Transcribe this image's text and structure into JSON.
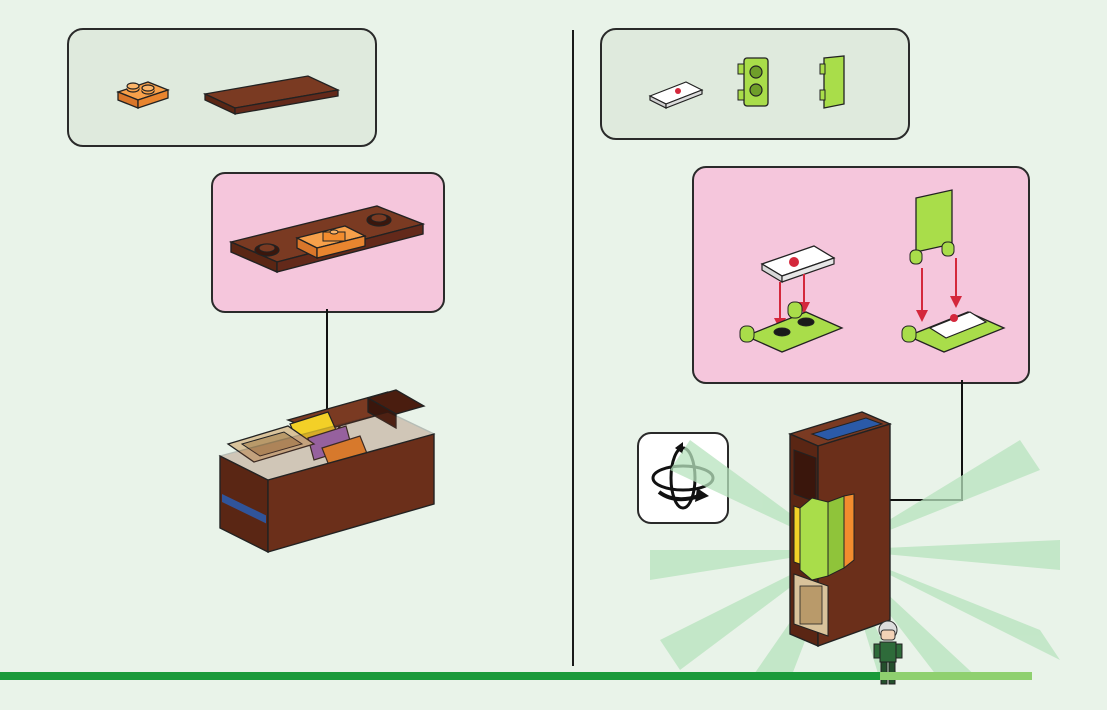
{
  "document": {
    "left_step": {
      "parts": [
        "orange-1x2-plate",
        "brown-flat-tile"
      ],
      "result": "box-with-poster-and-books"
    },
    "right_step": {
      "parts": [
        "printed-tile",
        "lime-hinge-plate",
        "lime-book-cover"
      ],
      "result": "bookshelf-with-books"
    },
    "rotate_icon": "rotate-model-icon",
    "colors": {
      "background": "#e9f3e9",
      "parts_box": "#dfeadd",
      "callout": "#f5c6dc",
      "brown": "#6b2f1a",
      "orange": "#f28c2e",
      "lime": "#a9dd4a",
      "arrow_red": "#d4283c",
      "bar_green": "#1a9a3a"
    }
  }
}
